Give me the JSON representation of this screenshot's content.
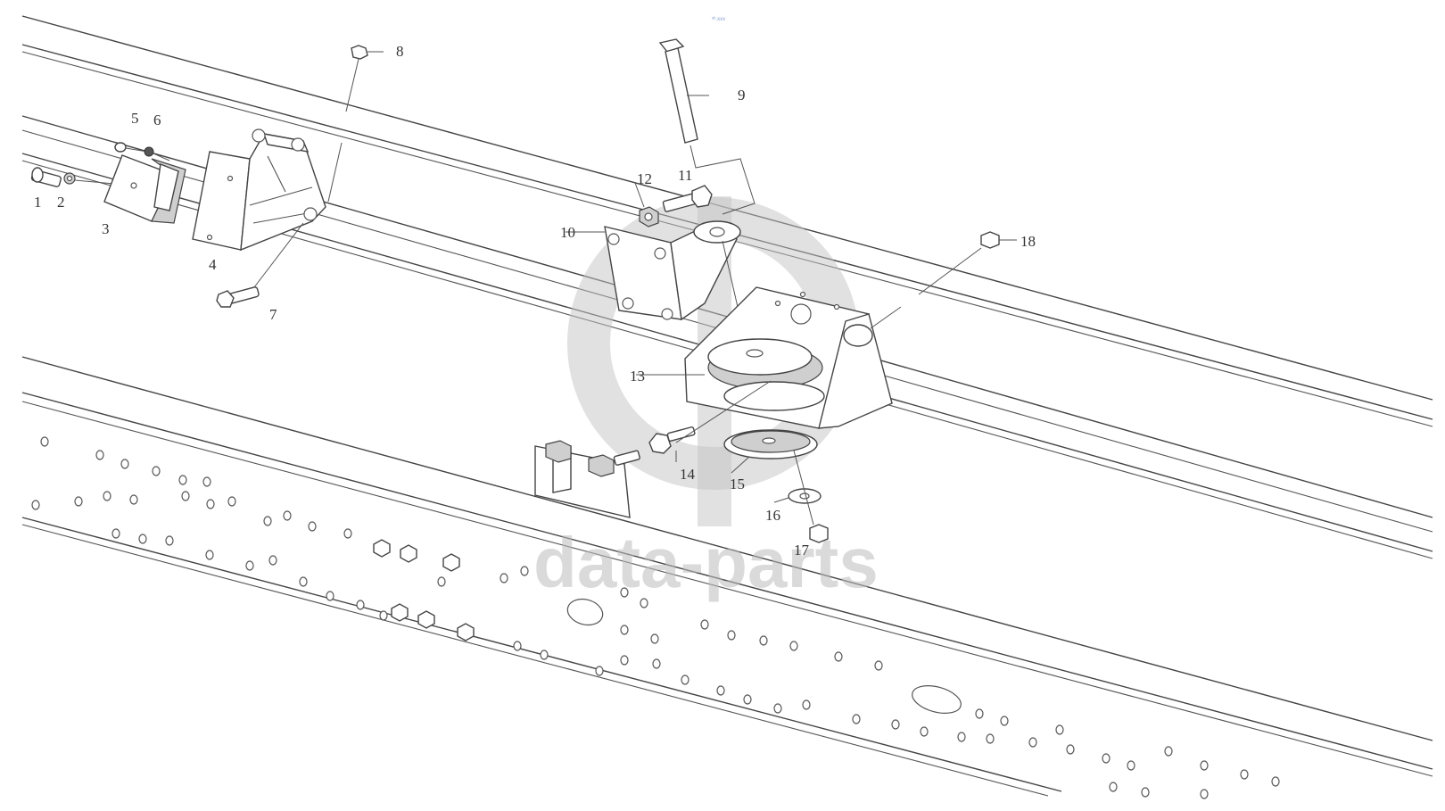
{
  "diagram": {
    "watermark": "data-parts",
    "corner_mark": "ᵃᵇ.xxx",
    "callouts": [
      "1",
      "2",
      "3",
      "4",
      "5",
      "6",
      "7",
      "8",
      "9",
      "10",
      "11",
      "12",
      "13",
      "14",
      "15",
      "16",
      "17",
      "18"
    ]
  }
}
